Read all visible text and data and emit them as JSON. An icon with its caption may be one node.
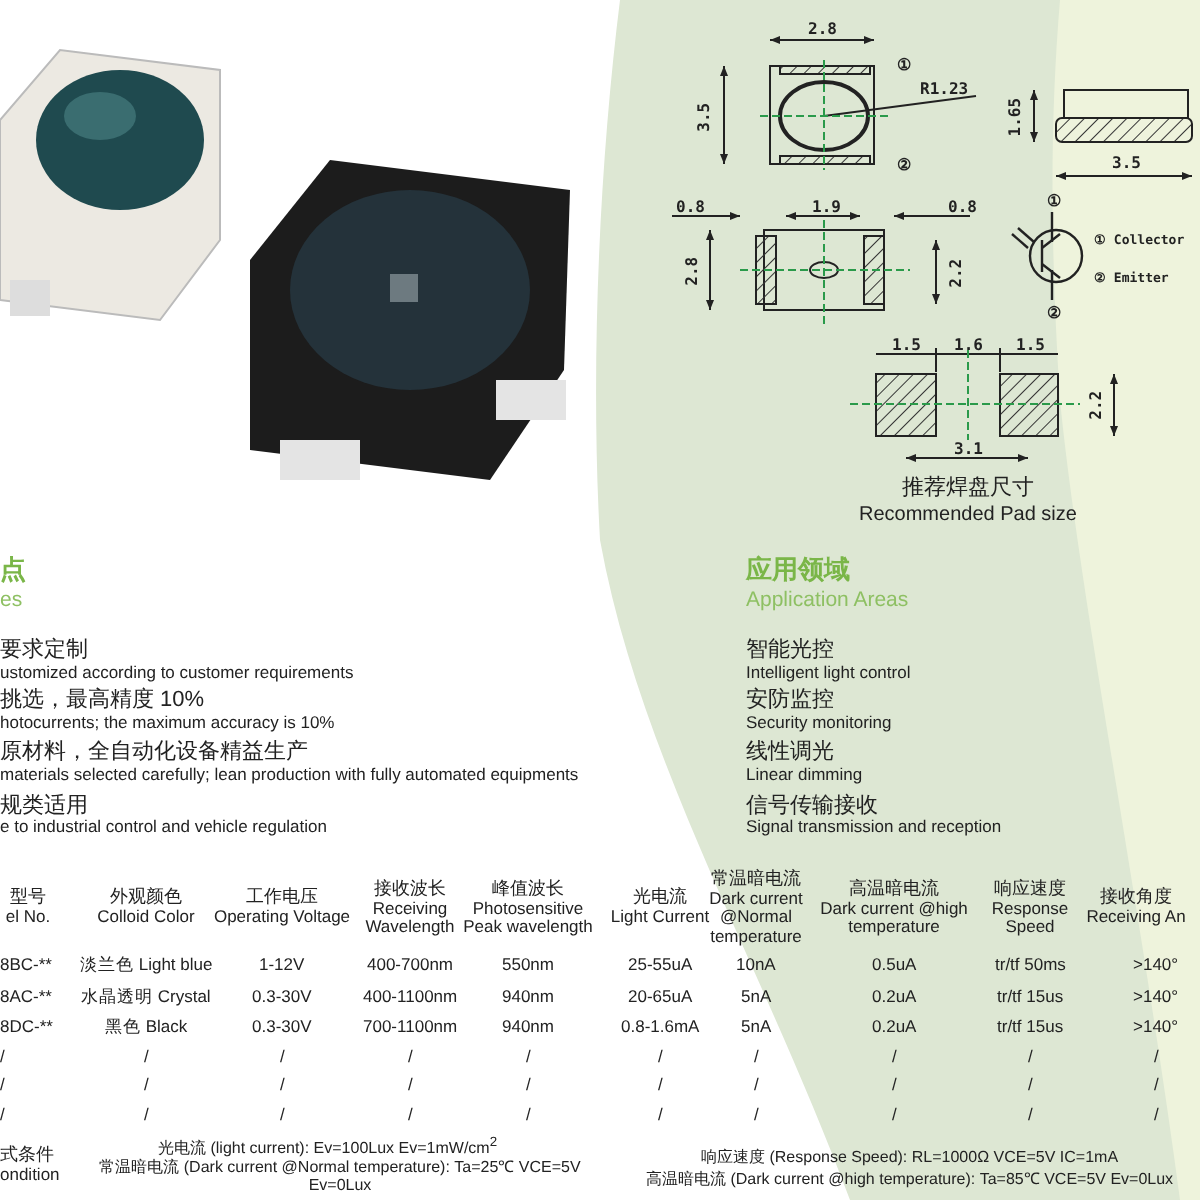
{
  "diagram": {
    "labels": [
      "2.8",
      "3.5",
      "R1.23",
      "①",
      "②",
      "1.65",
      "3.5",
      "0.8",
      "1.9",
      "0.8",
      "2.8",
      "2.2",
      "①",
      "②",
      "① Collector",
      "② Emitter",
      "1.5",
      "1.6",
      "1.5",
      "2.2",
      "3.1",
      "推荐焊盘尺寸",
      "Recommended Pad size",
      "点",
      "es",
      "要求定制",
      "ustomized according to customer requirements",
      "挑选，最高精度 10%",
      "hotocurrents; the maximum accuracy is 10%",
      "原材料，全自动化设备精益生产",
      "materials selected carefully; lean production with fully automated equipments",
      "规类适用",
      "e to industrial control and vehicle regulation",
      "应用领域",
      "Application Areas",
      "智能光控",
      "Intelligent light control",
      "安防监控",
      "Security monitoring",
      "线性调光",
      "Linear dimming",
      "信号传输接收",
      "Signal transmission and reception",
      "型号",
      "el No.",
      "外观颜色",
      "Colloid Color",
      "工作电压",
      "Operating Voltage",
      "接收波长",
      "Receiving Wavelength",
      "峰值波长",
      "Photosensitive Peak wavelength",
      "光电流",
      "Light Current",
      "常温暗电流",
      "Dark current @Normal temperature",
      "高温暗电流",
      "Dark current @high temperature",
      "响应速度",
      "Response Speed",
      "接收角度",
      "Receiving An",
      "8BC-**",
      "淡兰色 Light blue",
      "1-12V",
      "400-700nm",
      "550nm",
      "25-55uA",
      "10nA",
      "0.5uA",
      "tr/tf 50ms",
      ">140°",
      "8AC-**",
      "水晶透明 Crystal",
      "0.3-30V",
      "400-1100nm",
      "940nm",
      "20-65uA",
      "5nA",
      "0.2uA",
      "tr/tf 15us",
      ">140°",
      "8DC-**",
      "黑色 Black",
      "0.3-30V",
      "700-1100nm",
      "940nm",
      "0.8-1.6mA",
      "5nA",
      "0.2uA",
      "tr/tf 15us",
      ">140°",
      "/",
      "/",
      "/",
      "/",
      "/",
      "/",
      "/",
      "/",
      "/",
      "/",
      "/",
      "/",
      "/",
      "/",
      "/",
      "/",
      "/",
      "/",
      "/",
      "/",
      "/",
      "/",
      "/",
      "/",
      "/",
      "/",
      "/",
      "/",
      "/",
      "/",
      "式条件",
      "ondition",
      "光电流 (light current): Ev=100Lux Ev=1mW/cm$^{2}$",
      "常温暗电流 (Dark current @Normal temperature): Ta=25℃ VCE=5V Ev=0Lux",
      "响应速度 (Response Speed): RL=1000Ω VCE=5V IC=1mA",
      "高温暗电流 (Dark current @high temperature): Ta=85℃ VCE=5V Ev=0Lux"
    ]
  }
}
